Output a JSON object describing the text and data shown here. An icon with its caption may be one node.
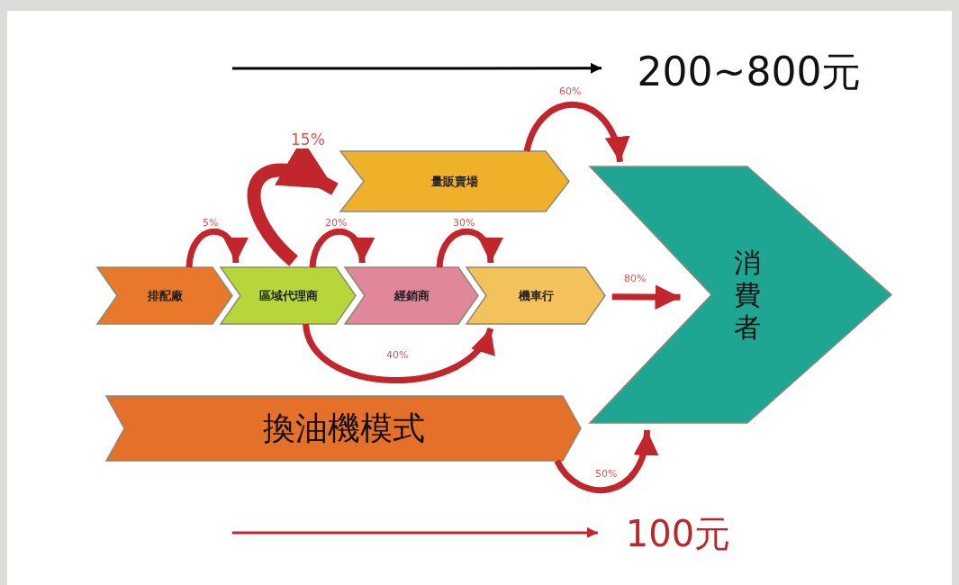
{
  "diagram": {
    "nodes": [
      {
        "text": [
          "排配廠"
        ]
      },
      {
        "text": [
          "區域代理商"
        ]
      },
      {
        "text": [
          "經銷商"
        ]
      },
      {
        "text": [
          "機車行"
        ]
      },
      {
        "text": [
          "量販賣場"
        ]
      },
      {
        "text": [
          "消費者"
        ]
      },
      {
        "text": [
          "換油機模式"
        ]
      },
      {
        "text": [
          "200~800元"
        ]
      },
      {
        "text": [
          "100元"
        ]
      }
    ],
    "edges": [
      {
        "from": 0,
        "to": 1,
        "arrow": "to",
        "label": "5%"
      },
      {
        "from": 1,
        "to": 4,
        "arrow": "to",
        "label": "15%",
        "style": "thick"
      },
      {
        "from": 1,
        "to": 2,
        "arrow": "to",
        "label": "20%"
      },
      {
        "from": 2,
        "to": 3,
        "arrow": "to",
        "label": "30%"
      },
      {
        "from": 1,
        "to": 3,
        "arrow": "to",
        "label": "40%"
      },
      {
        "from": 4,
        "to": 5,
        "arrow": "to",
        "label": "60%"
      },
      {
        "from": 3,
        "to": 5,
        "arrow": "to",
        "label": "80%"
      },
      {
        "from": 6,
        "to": 5,
        "arrow": "to",
        "label": "50%"
      },
      {
        "from": null,
        "to": 7,
        "arrow": "to",
        "color": "#000000"
      },
      {
        "from": null,
        "to": 8,
        "arrow": "to"
      }
    ]
  }
}
